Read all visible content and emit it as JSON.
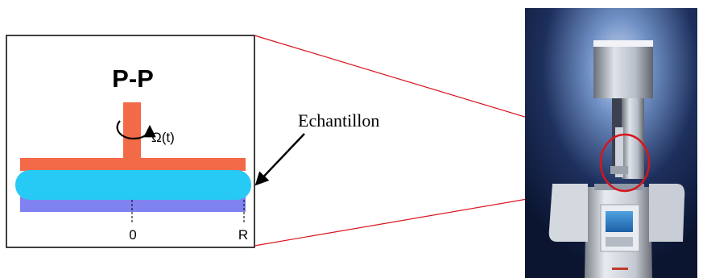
{
  "schematic": {
    "title": "P-P",
    "rotation_label": "Ω(t)",
    "axis_zero_label": "0",
    "axis_radius_label": "R"
  },
  "sample_label": "Echantillon",
  "colors": {
    "upper_plate": "#f26a47",
    "sample": "#27c9f5",
    "lower_plate": "#7f82f0",
    "callout_line": "#d9141c",
    "frame": "#000000"
  },
  "icons": {
    "rotation_arrow": "curved-arrow-icon",
    "pointer_arrow": "arrow-icon"
  }
}
